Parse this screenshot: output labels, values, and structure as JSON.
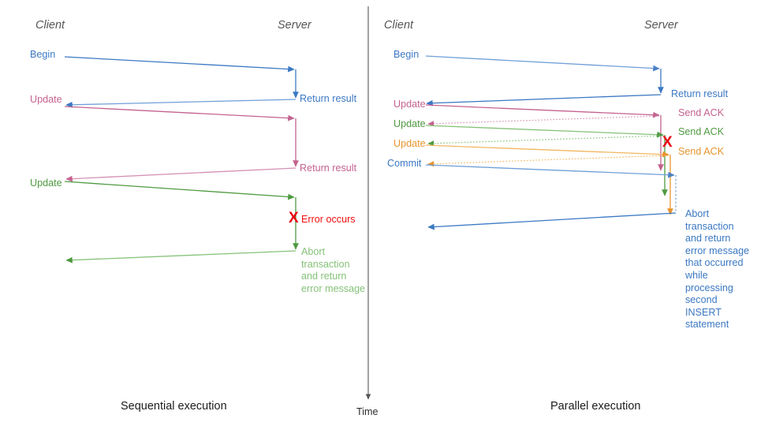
{
  "diagram": {
    "title_left": "Sequential execution",
    "title_right": "Parallel execution",
    "time_axis_label": "Time",
    "colors": {
      "blue": "#3b78c3",
      "blue_light": "#6f9fd8",
      "pink": "#c4628f",
      "pink_light": "#d491b3",
      "green": "#4f9a41",
      "green_light": "#86c279",
      "orange": "#e8942c",
      "orange_light": "#f0b75f",
      "red": "#e8000d",
      "gray": "#565656",
      "axis": "#555555"
    }
  },
  "left_panel": {
    "name": "sequential-execution",
    "lane_client": "Client",
    "lane_server": "Server",
    "caption": "Sequential execution",
    "messages": [
      {
        "label": "Begin",
        "color": "blue",
        "dir": "request",
        "reply": "Return result"
      },
      {
        "label": "Update",
        "color": "pink",
        "dir": "request",
        "reply": "Return result"
      },
      {
        "label": "Update",
        "color": "green",
        "dir": "request",
        "reply": "Abort\ntransaction\nand return\nerror message"
      }
    ],
    "error": {
      "mark": "X",
      "label": "Error occurs"
    },
    "reply_labels": [
      "Return result",
      "Return result"
    ],
    "abort_label_lines": [
      "Abort",
      "transaction",
      "and return",
      "error message"
    ]
  },
  "right_panel": {
    "name": "parallel-execution",
    "lane_client": "Client",
    "lane_server": "Server",
    "caption": "Parallel execution",
    "messages": [
      {
        "label": "Begin",
        "color": "blue",
        "reply": "Return result"
      },
      {
        "label": "Update",
        "color": "pink",
        "reply": "Send ACK"
      },
      {
        "label": "Update",
        "color": "green",
        "reply": "Send ACK"
      },
      {
        "label": "Update",
        "color": "orange",
        "reply": "Send ACK"
      },
      {
        "label": "Commit",
        "color": "blue",
        "reply": "Abort transaction and return error message that occurred while processing second INSERT statement"
      }
    ],
    "error": {
      "mark": "X"
    },
    "abort_label_lines": [
      "Abort",
      "transaction",
      "and return",
      "error message",
      "that occurred",
      "while",
      "processing",
      "second",
      "INSERT",
      "statement"
    ]
  }
}
